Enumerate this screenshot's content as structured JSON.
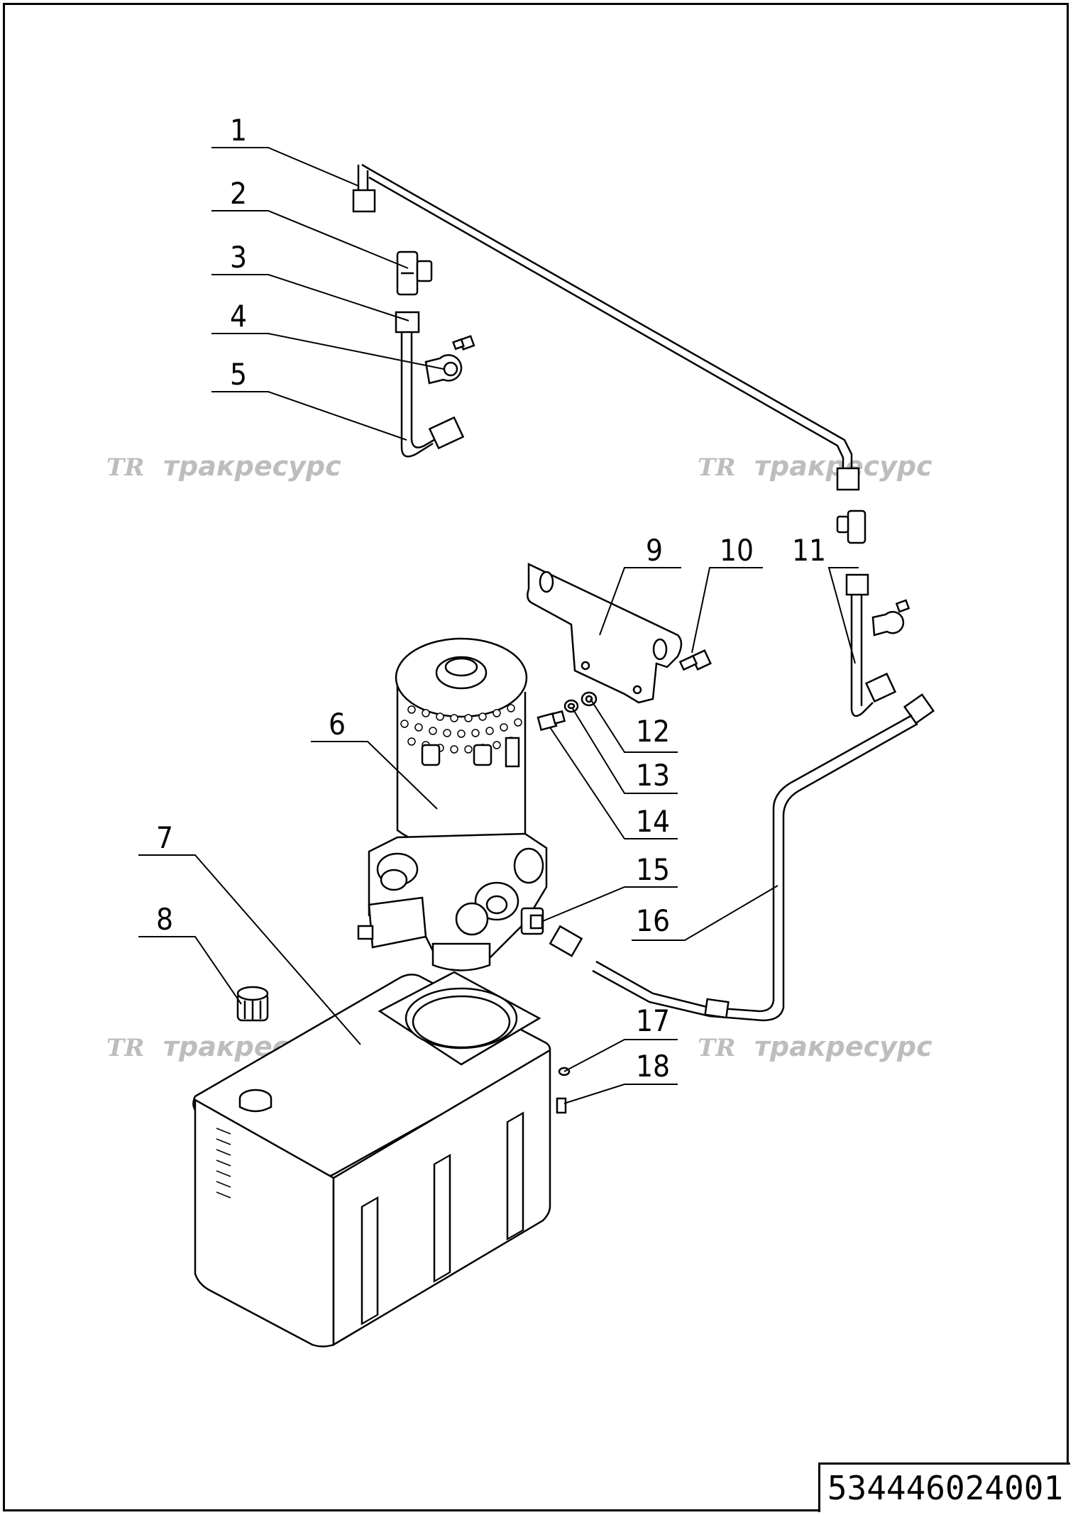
{
  "drawing": {
    "document_number": "534446024001",
    "watermark_logo": "TR",
    "watermark_text": "тракресурс"
  },
  "callouts": [
    "1",
    "2",
    "3",
    "4",
    "5",
    "6",
    "7",
    "8",
    "9",
    "10",
    "11",
    "12",
    "13",
    "14",
    "15",
    "16",
    "17",
    "18"
  ]
}
